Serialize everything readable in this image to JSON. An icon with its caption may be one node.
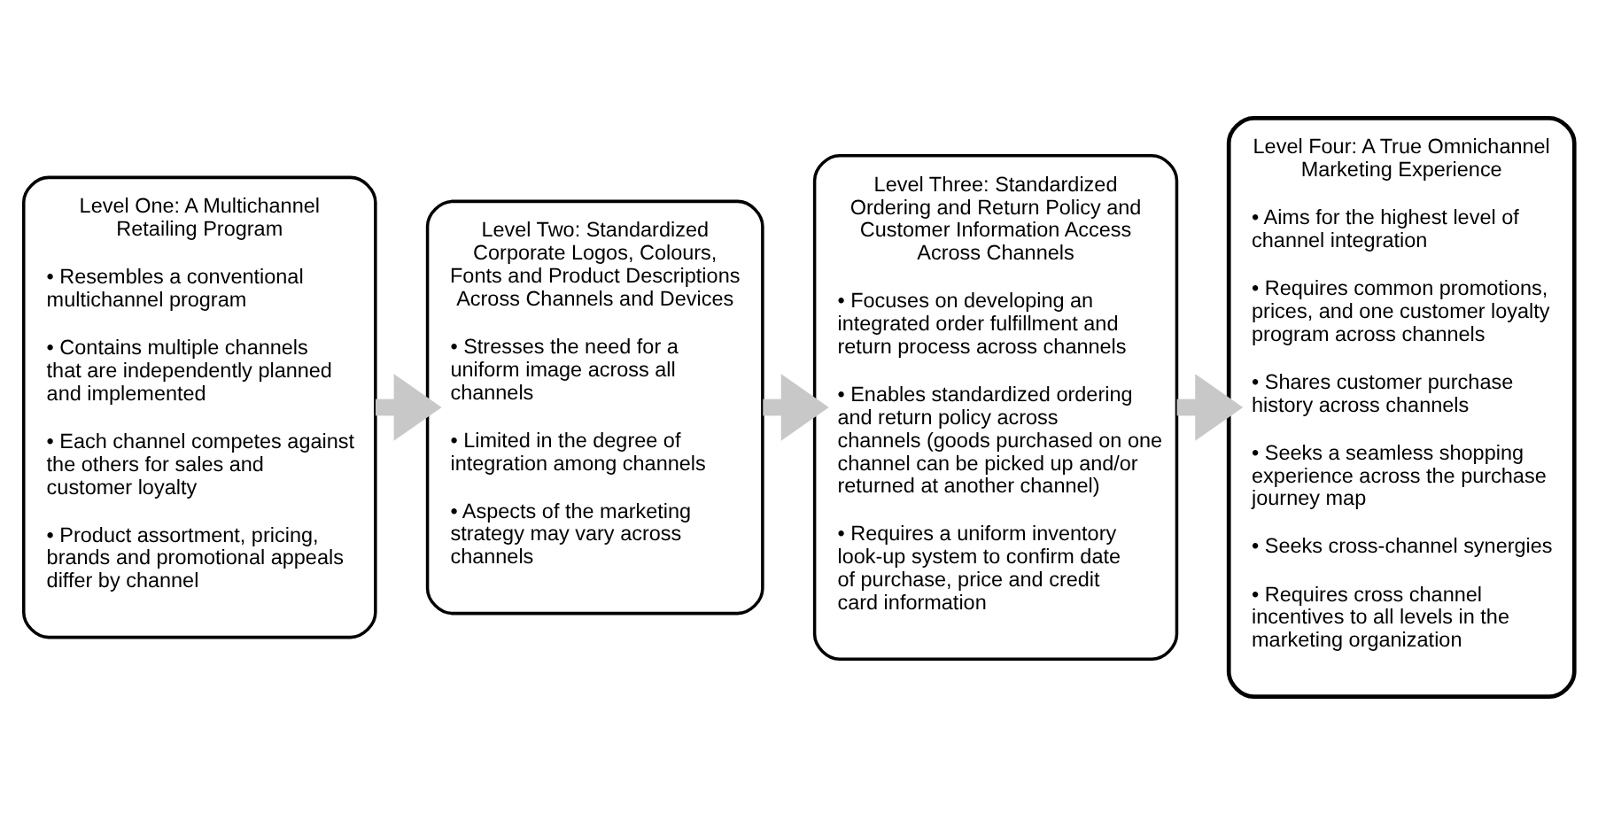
{
  "diagram": {
    "nodes": [
      {
        "text": [
          "Level One: A Multichannel Retailing Program",
          "• Resembles a conventional multichannel program",
          "• Contains multiple channels that are independently planned and implemented",
          "• Each channel competes against the others for sales and customer loyalty",
          "• Product assortment, pricing, brands and promotional appeals differ by channel"
        ]
      },
      {
        "text": [
          "Level Two: Standardized Corporate Logos, Colours, Fonts and Product Descriptions Across Channels and Devices",
          "• Stresses the need for a uniform image across all channels",
          "• Limited in the degree of integration among channels",
          "• Aspects of the marketing strategy may vary across channels"
        ]
      },
      {
        "text": [
          "Level Three: Standardized Ordering and Return Policy and Customer Information Access Across Channels",
          "• Focuses on developing an integrated order fulfillment and return process across channels",
          "• Enables standardized ordering and return policy across channels (goods purchased on one channel can be picked up and/or returned at another channel)",
          "• Requires a uniform inventory look-up system to confirm date of purchase, price and credit card information"
        ]
      },
      {
        "text": [
          "Level Four: A True Omnichannel Marketing Experience",
          "• Aims for the highest level of channel integration",
          "• Requires common promotions, prices, and one customer loyalty program across channels",
          "• Shares customer purchase history across channels",
          "• Seeks a seamless shopping experience across the purchase journey map",
          "• Seeks cross-channel synergies",
          "• Requires cross channel incentives to all levels in the marketing organization"
        ]
      }
    ],
    "edges": [
      {
        "from": 0,
        "to": 1,
        "arrow": "to"
      },
      {
        "from": 1,
        "to": 2,
        "arrow": "to"
      },
      {
        "from": 2,
        "to": 3,
        "arrow": "to"
      }
    ]
  }
}
